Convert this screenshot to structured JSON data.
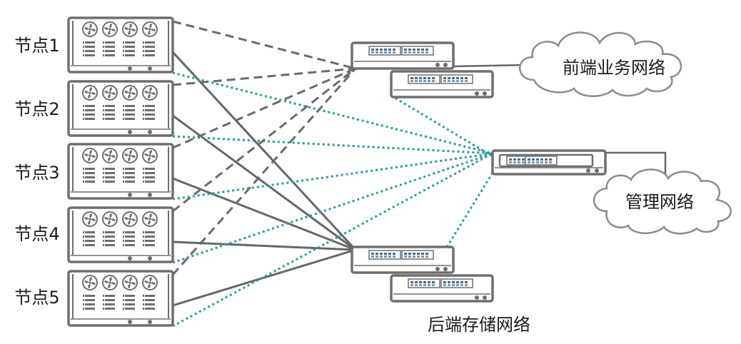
{
  "nodes": [
    {
      "label": "节点1"
    },
    {
      "label": "节点2"
    },
    {
      "label": "节点3"
    },
    {
      "label": "节点4"
    },
    {
      "label": "节点5"
    }
  ],
  "networks": {
    "frontend": {
      "label": "前端业务网络"
    },
    "management": {
      "label": "管理网络"
    },
    "storage": {
      "label": "后端存储网络"
    }
  },
  "colors": {
    "device": "#6e6e6e",
    "device_fill": "#ffffff",
    "line_solid": "#666666",
    "line_dashed": "#6a6a6a",
    "line_dotted": "#2a9c9c",
    "cloud_stroke": "#8c8c8c"
  }
}
